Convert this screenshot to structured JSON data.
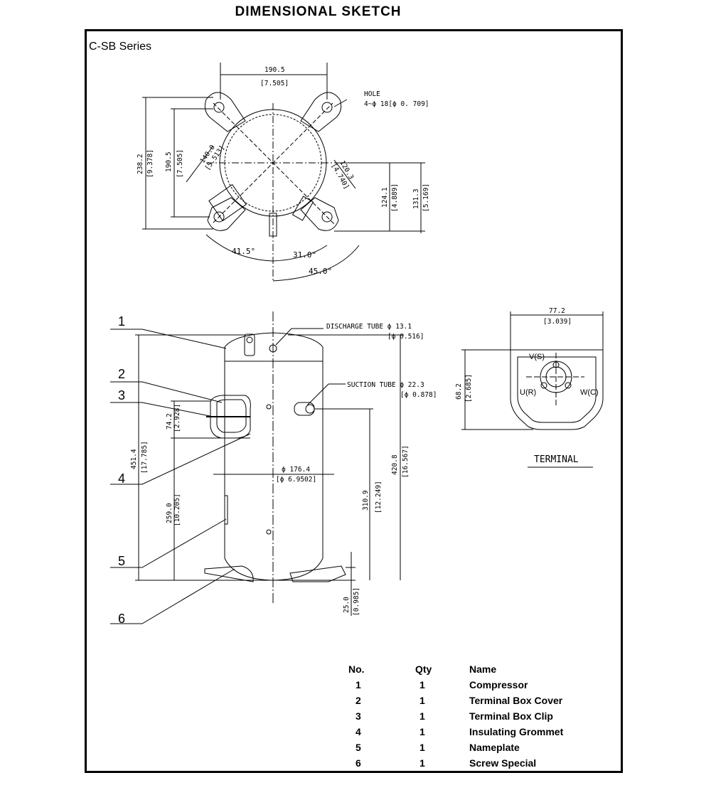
{
  "title": "DIMENSIONAL   SKETCH",
  "series": "C-SB  Series",
  "top_view": {
    "dims": {
      "width_mm": "190.5",
      "width_in": "[7.505]",
      "height_total_mm": "238.2",
      "height_total_in": "[9.378]",
      "height_mm": "190.5",
      "height_in": "[7.505]",
      "diag_mm": "140.0",
      "diag_in": "[5.513]",
      "diag2_mm": "120.3",
      "diag2_in": "[4.740]",
      "r1_mm": "124.1",
      "r1_in": "[4.889]",
      "r2_mm": "131.3",
      "r2_in": "[5.169]",
      "angle1": "41.5°",
      "angle2": "31.0°",
      "angle3": "45.0°"
    },
    "hole_label": "HOLE",
    "hole_spec": "4~ϕ 18[ϕ 0. 709]"
  },
  "side_view": {
    "discharge_label": "DISCHARGE TUBE   ϕ 13.1",
    "discharge_in": "[ϕ 0.516]",
    "suction_label": "SUCTION TUBE ϕ 22.3",
    "suction_in": "[ϕ 0.878]",
    "dia_mm": "ϕ 176.4",
    "dia_in": "[ϕ 6.9502]",
    "dims": {
      "overall_mm": "451.4",
      "overall_in": "[17.785]",
      "term_mm": "74.2",
      "term_in": "[2.928]",
      "base_mm": "259.0",
      "base_in": "[10.205]",
      "suction_mm": "310.9",
      "suction_in": "[12.249]",
      "disch_mm": "420.8",
      "disch_in": "[16.567]",
      "foot_mm": "25.0",
      "foot_in": "[0.985]"
    },
    "callouts": [
      "1",
      "2",
      "3",
      "4",
      "5",
      "6"
    ]
  },
  "terminal": {
    "width_mm": "77.2",
    "width_in": "[3.039]",
    "height_mm": "68.2",
    "height_in": "[2.685]",
    "pin_v": "V(S)",
    "pin_u": "U(R)",
    "pin_w": "W(C)",
    "caption": "TERMINAL"
  },
  "parts_table": {
    "headers": [
      "No.",
      "Qty",
      "Name"
    ],
    "rows": [
      {
        "no": "1",
        "qty": "1",
        "name": "Compressor"
      },
      {
        "no": "2",
        "qty": "1",
        "name": "Terminal Box Cover"
      },
      {
        "no": "3",
        "qty": "1",
        "name": "Terminal Box Clip"
      },
      {
        "no": "4",
        "qty": "1",
        "name": "Insulating  Grommet"
      },
      {
        "no": "5",
        "qty": "1",
        "name": "Nameplate"
      },
      {
        "no": "6",
        "qty": "1",
        "name": "Screw Special"
      }
    ]
  }
}
